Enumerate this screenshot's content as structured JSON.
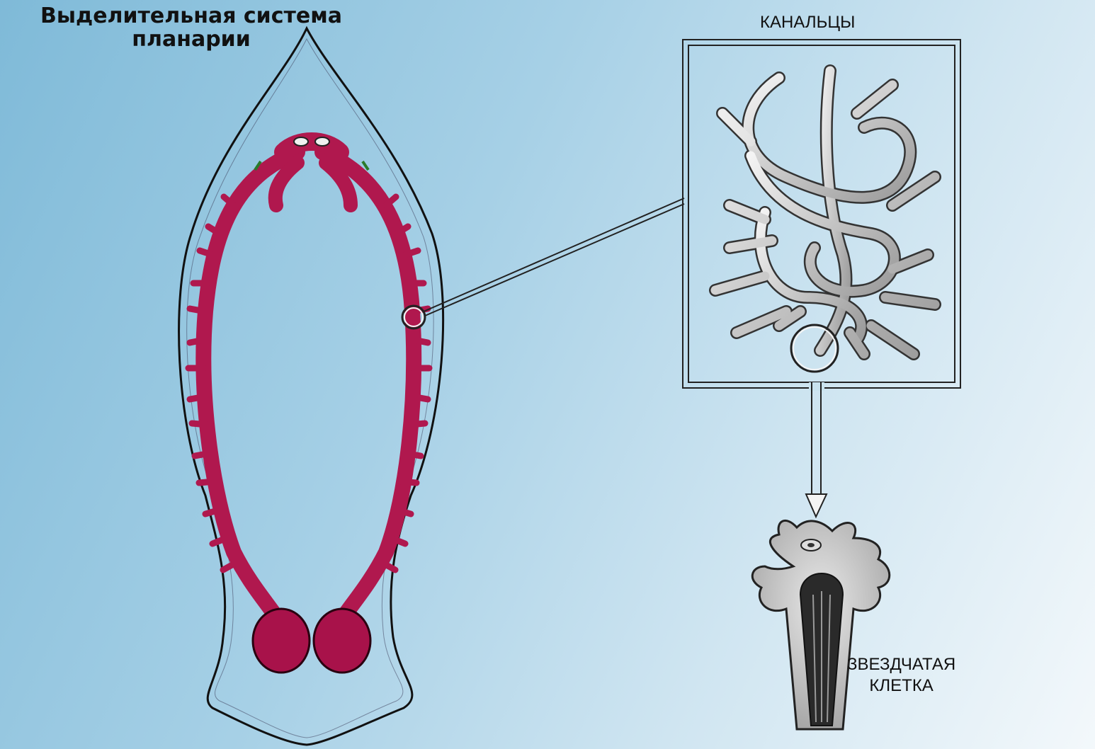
{
  "diagram": {
    "title_line1": "Выделительная система",
    "title_line2": "планарии",
    "canals_label": "КАНАЛЬЦЫ",
    "cell_label_line1": "ЗВЕЗДЧАТАЯ",
    "cell_label_line2": "КЛЕТКА"
  },
  "colors": {
    "background_start": "#7fbad8",
    "background_end": "#f3f8fb",
    "excretory_canal": "#b0184e",
    "canal_edge": "#d0a020",
    "outline": "#111111",
    "tubule": "#d8d8d8"
  }
}
